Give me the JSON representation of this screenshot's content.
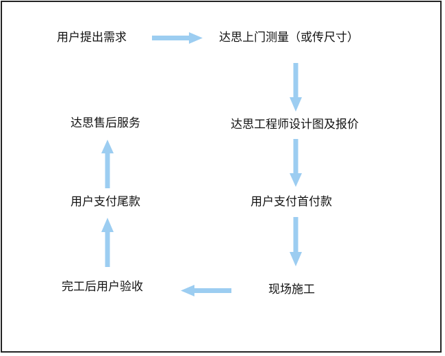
{
  "flow": {
    "steps": [
      "用户提出需求",
      "达思上门测量（或传尺寸）",
      "达思工程师设计图及报价",
      "用户支付首付款",
      "现场施工",
      "完工后用户验收",
      "用户支付尾款",
      "达思售后服务"
    ],
    "arrow_color": "#9ccdf1"
  }
}
